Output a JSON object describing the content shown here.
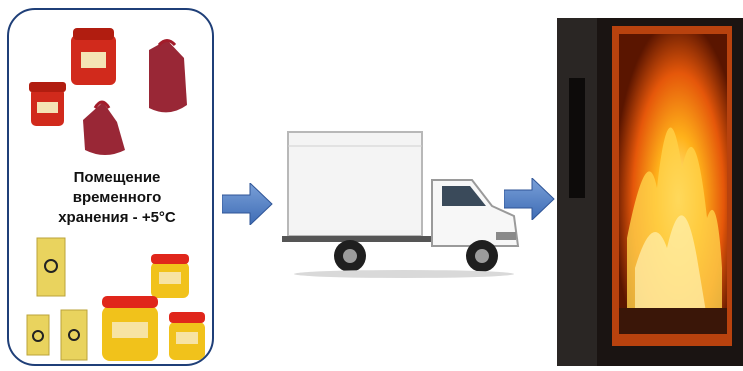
{
  "storage": {
    "label_lines": [
      "Помещение",
      "временного",
      "хранения - +5°C"
    ]
  },
  "icons": {
    "arrow_1": "right-arrow-icon",
    "arrow_2": "right-arrow-icon",
    "truck": "refrigerated-truck-icon",
    "incinerator": "incinerator-furnace-icon"
  },
  "colors": {
    "border": "#1f3f78",
    "arrow": "#5b86c6",
    "red_container": "#d12a1c",
    "yellow_container": "#f1c21b",
    "biohazard_bag": "#8e1020",
    "fire": "#f57c0b"
  }
}
